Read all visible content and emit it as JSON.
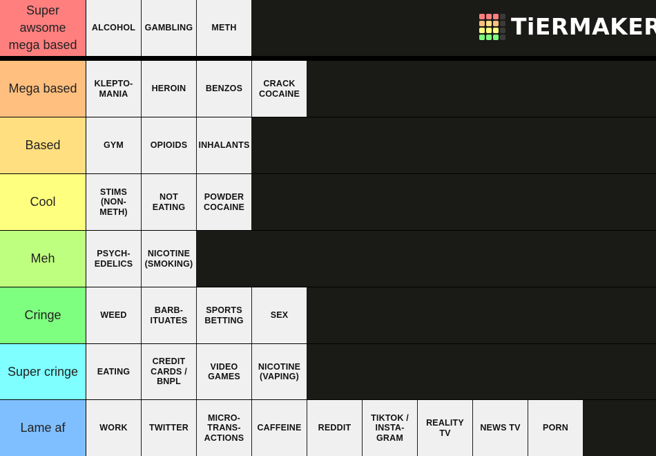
{
  "brand": {
    "name": "TiERMAKER",
    "grid_colors": [
      "#ff7f7f",
      "#ff7f7f",
      "#ff7f7f",
      "#3a3a3a",
      "#ffbf7f",
      "#ffdf7f",
      "#ffbf7f",
      "#3a3a3a",
      "#ffff7f",
      "#ffff7f",
      "#ffff7f",
      "#3a3a3a",
      "#7fff7f",
      "#7fff7f",
      "#7fff7f",
      "#3a3a3a"
    ]
  },
  "tiers": [
    {
      "label": "Super\nawsome\nmega based",
      "color": "#ff7f7f",
      "items": [
        "ALCOHOL",
        "GAMBLING",
        "METH"
      ]
    },
    {
      "label": "Mega based",
      "color": "#ffbf7f",
      "items": [
        "KLEPTO-\nMANIA",
        "HEROIN",
        "BENZOS",
        "CRACK\nCOCAINE"
      ]
    },
    {
      "label": "Based",
      "color": "#ffdf7f",
      "items": [
        "GYM",
        "OPIOIDS",
        "INHALANTS"
      ]
    },
    {
      "label": "Cool",
      "color": "#ffff7f",
      "items": [
        "STIMS\n(NON-\nMETH)",
        "NOT\nEATING",
        "POWDER\nCOCAINE"
      ]
    },
    {
      "label": "Meh",
      "color": "#bfff7f",
      "items": [
        "PSYCH-\nEDELICS",
        "NICOTINE\n(SMOKING)"
      ]
    },
    {
      "label": "Cringe",
      "color": "#7fff7f",
      "items": [
        "WEED",
        "BARB-\nITUATES",
        "SPORTS\nBETTING",
        "SEX"
      ]
    },
    {
      "label": "Super cringe",
      "color": "#7fffff",
      "items": [
        "EATING",
        "CREDIT\nCARDS /\nBNPL",
        "VIDEO\nGAMES",
        "NICOTINE\n(VAPING)"
      ]
    },
    {
      "label": "Lame af",
      "color": "#7fbfff",
      "items": [
        "WORK",
        "TWITTER",
        "MICRO-\nTRANS-\nACTIONS",
        "CAFFEINE",
        "REDDIT",
        "TIKTOK /\nINSTA-\nGRAM",
        "REALITY\nTV",
        "NEWS TV",
        "PORN"
      ]
    }
  ]
}
